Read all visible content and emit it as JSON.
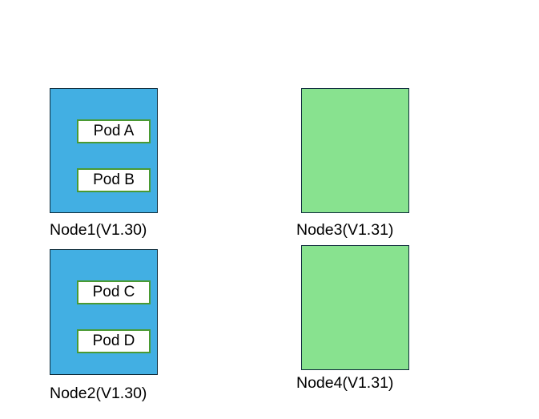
{
  "colors": {
    "old_node_fill": "#42afe3",
    "new_node_fill": "#88e28f",
    "node_border": "#0d2b3a",
    "pod_border": "#4a9a32"
  },
  "nodes": [
    {
      "label": "Node1(V1.30)",
      "pods": [
        "Pod A",
        "Pod B"
      ]
    },
    {
      "label": "Node2(V1.30)",
      "pods": [
        "Pod C",
        "Pod D"
      ]
    },
    {
      "label": "Node3(V1.31)",
      "pods": []
    },
    {
      "label": "Node4(V1.31)",
      "pods": []
    }
  ]
}
